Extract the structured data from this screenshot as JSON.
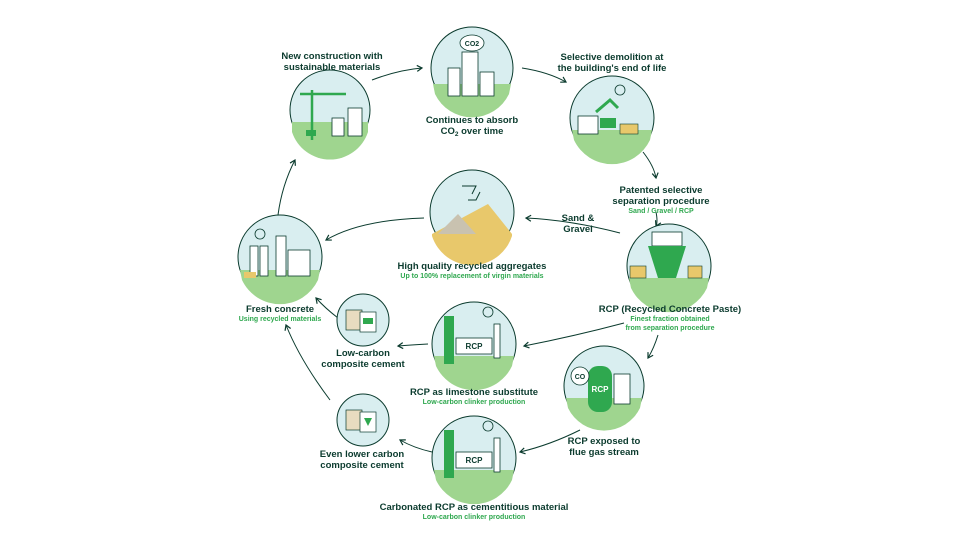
{
  "nodes": {
    "new_construction": {
      "title": "New construction with sustainable materials",
      "line1": "New construction with",
      "line2": "sustainable materials"
    },
    "absorb": {
      "line1": "Continues to absorb",
      "line2_pre": "CO",
      "line2_sub": "2",
      "line2_post": " over time",
      "badge": "CO2"
    },
    "demolition": {
      "line1": "Selective demolition at",
      "line2": "the building's end of life"
    },
    "separation": {
      "line1": "Patented selective",
      "line2": "separation procedure",
      "sub": "Sand / Gravel / RCP"
    },
    "rcp": {
      "line1": "RCP (Recycled Concrete Paste)",
      "sub1": "Finest fraction obtained",
      "sub2": "from separation procedure"
    },
    "aggregates": {
      "line1": "High quality recycled aggregates",
      "sub": "Up to 100% replacement of virgin materials"
    },
    "fresh_concrete": {
      "line1": "Fresh concrete",
      "sub": "Using recycled materials"
    },
    "low_carbon_cement": {
      "line1": "Low-carbon",
      "line2": "composite cement"
    },
    "limestone": {
      "line1": "RCP as limestone substitute",
      "sub": "Low-carbon clinker production"
    },
    "flue_gas": {
      "line1": "RCP exposed to",
      "line2": "flue gas stream",
      "badge": "CO"
    },
    "even_lower": {
      "line1": "Even lower carbon",
      "line2": "composite cement"
    },
    "carbonated": {
      "line1": "Carbonated RCP as cementitious material",
      "sub": "Low-carbon clinker production"
    }
  },
  "edge_labels": {
    "sand_gravel_1": "Sand &",
    "sand_gravel_2": "Gravel"
  },
  "tank_letters": {
    "rcp": "RCP"
  },
  "colors": {
    "green": "#2fa84f",
    "dark": "#0b3b2e",
    "circle_fill": "#d9eef0",
    "ground": "#9fd58f",
    "sand": "#e8c86b"
  }
}
